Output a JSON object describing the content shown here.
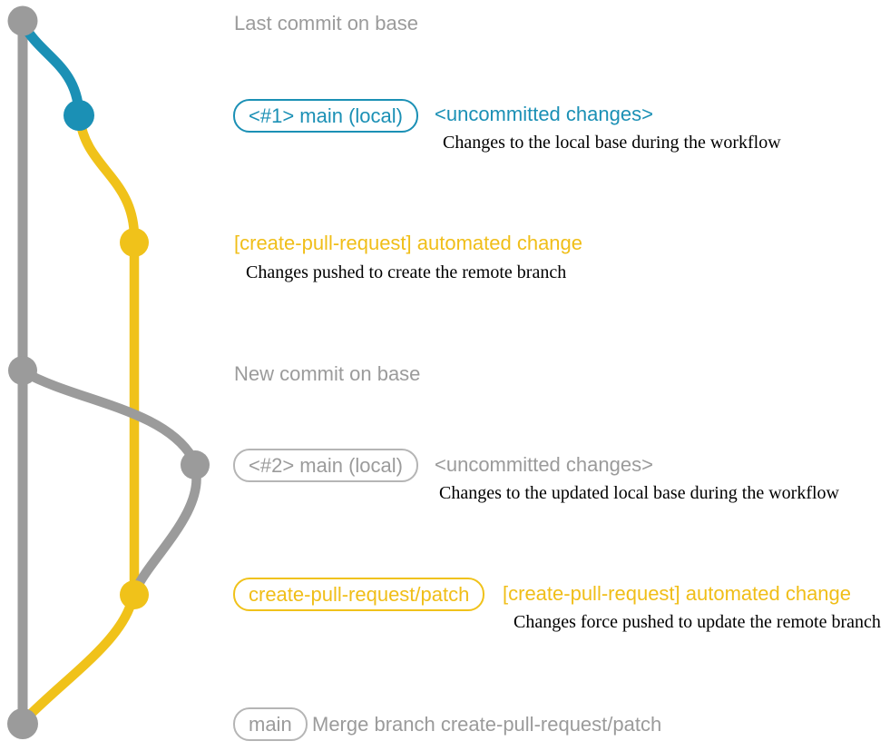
{
  "colors": {
    "main_branch_gray": "#9b9b9b",
    "local_changes_blue": "#1b90b5",
    "patch_branch_yellow": "#f0c21a",
    "detail_text_black": "#000000",
    "background": "#ffffff"
  },
  "graph": {
    "type": "git-graph",
    "branches": [
      {
        "name": "main (base)",
        "color": "#9b9b9b"
      },
      {
        "name": "main (local uncommitted changes)",
        "color": "#1b90b5"
      },
      {
        "name": "create-pull-request/patch",
        "color": "#f0c21a"
      }
    ],
    "commits": [
      {
        "name": "last-commit-on-base",
        "branch": "main (base)",
        "color": "#9b9b9b"
      },
      {
        "name": "uncommitted-changes-1",
        "branch": "main (local uncommitted changes)",
        "color": "#1b90b5"
      },
      {
        "name": "automated-change-1",
        "branch": "create-pull-request/patch",
        "color": "#f0c21a"
      },
      {
        "name": "new-commit-on-base",
        "branch": "main (base)",
        "color": "#9b9b9b"
      },
      {
        "name": "uncommitted-changes-2",
        "branch": "main (local uncommitted changes)",
        "color": "#9b9b9b"
      },
      {
        "name": "automated-change-2-force-push",
        "branch": "create-pull-request/patch",
        "color": "#f0c21a"
      },
      {
        "name": "merge-commit",
        "branch": "main (base)",
        "color": "#9b9b9b"
      }
    ]
  },
  "rows": {
    "row1": {
      "label": "Last commit on base"
    },
    "row2": {
      "badge": "<#1> main (local)",
      "heading": "<uncommitted changes>",
      "detail": "Changes to the local base during the workflow"
    },
    "row3": {
      "heading": "[create-pull-request] automated change",
      "detail": "Changes pushed to create the remote branch"
    },
    "row4": {
      "label": "New commit on base"
    },
    "row5": {
      "badge": "<#2> main (local)",
      "heading": "<uncommitted changes>",
      "detail": "Changes to the updated local base during the workflow"
    },
    "row6": {
      "badge": "create-pull-request/patch",
      "heading": "[create-pull-request] automated change",
      "detail": "Changes force pushed to update the remote branch"
    },
    "row7": {
      "badge": "main",
      "heading": "Merge branch create-pull-request/patch"
    }
  }
}
